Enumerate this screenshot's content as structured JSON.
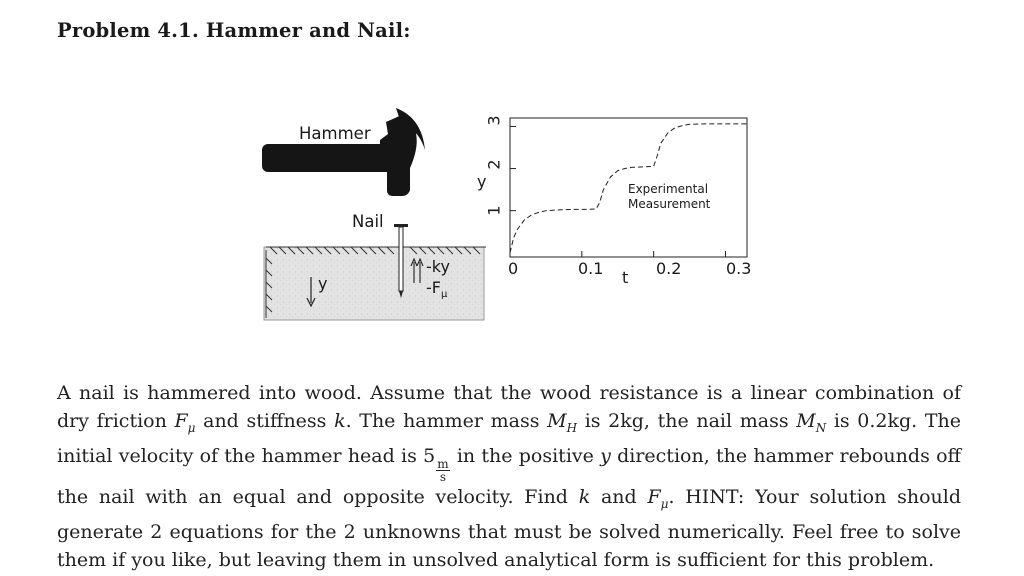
{
  "title": "Problem 4.1. Hammer and Nail:",
  "figure": {
    "labels": {
      "hammer": "Hammer",
      "nail": "Nail",
      "y_arrow": "y",
      "force_ky": "-ky",
      "force_friction": "-F",
      "friction_subscript": "μ"
    }
  },
  "chart_data": {
    "type": "line",
    "title": "",
    "xlabel": "t",
    "ylabel": "y",
    "x_ticks": [
      "0",
      "0.1",
      "0.2",
      "0.3"
    ],
    "y_ticks": [
      "1",
      "2",
      "3"
    ],
    "xlim": [
      0,
      0.33
    ],
    "ylim": [
      -0.1,
      3.2
    ],
    "legend_text_1": "Experimental",
    "legend_text_2": "Measurement",
    "legend_position": "center-right",
    "grid": false,
    "series": [
      {
        "style": "dashed",
        "x": [
          0,
          0.005,
          0.01,
          0.02,
          0.03,
          0.04,
          0.05,
          0.07,
          0.09,
          0.105,
          0.12,
          0.125,
          0.13,
          0.14,
          0.15,
          0.16,
          0.17,
          0.185,
          0.2,
          0.205,
          0.21,
          0.22,
          0.23,
          0.24,
          0.25,
          0.27,
          0.3,
          0.33
        ],
        "y": [
          0,
          0.35,
          0.55,
          0.78,
          0.9,
          0.96,
          1.0,
          1.02,
          1.03,
          1.03,
          1.04,
          1.2,
          1.5,
          1.8,
          1.95,
          2.0,
          2.03,
          2.04,
          2.05,
          2.3,
          2.6,
          2.85,
          2.97,
          3.02,
          3.05,
          3.06,
          3.06,
          3.06
        ],
        "note": ""
      }
    ]
  },
  "body": {
    "s1": "A nail is hammered into wood. Assume that the wood resistance is a linear combination of dry friction ",
    "F": "F",
    "mu": "μ",
    "s2": " and stiffness ",
    "k": "k",
    "s3": ". The hammer mass ",
    "M": "M",
    "H": "H",
    "s4": " is 2kg, the nail mass ",
    "N": "N",
    "s5": " is 0.2kg. The initial velocity of the hammer head is 5",
    "unit_num": "m",
    "unit_den": "s",
    "s6": " in the positive ",
    "y": "y",
    "s7": " direction, the hammer rebounds off the nail with an equal and opposite velocity. Find ",
    "s8": " and ",
    "s9": ". HINT: Your solution should generate 2 equations for the 2 unknowns  that must be solved numerically. Feel free to solve them if you like, but leaving them in unsolved analytical form is sufficient for this problem."
  }
}
